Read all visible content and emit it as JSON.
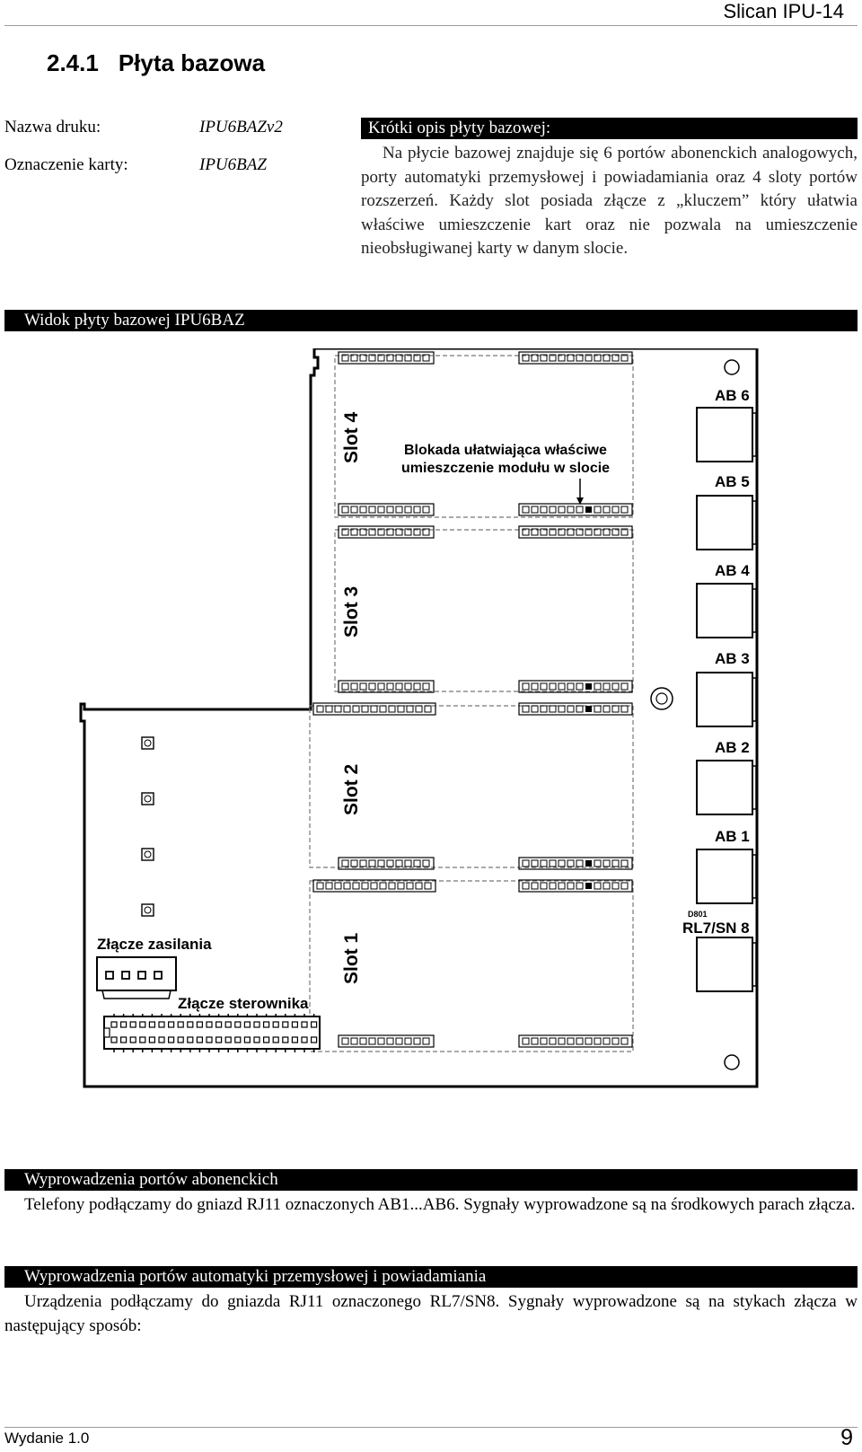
{
  "header": {
    "title": "Slican IPU-14"
  },
  "section": {
    "number": "2.4.1",
    "title": "Płyta bazowa"
  },
  "meta": {
    "print_name_label": "Nazwa druku:",
    "print_name_value": "IPU6BAZv2",
    "card_mark_label": "Oznaczenie karty:",
    "card_mark_value": "IPU6BAZ"
  },
  "description": {
    "heading": "Krótki opis płyty bazowej:",
    "text": "Na płycie bazowej znajduje się 6 portów abonenckich analogowych, porty automatyki przemysłowej i powiadamiania oraz 4 sloty portów rozszerzeń. Każdy slot posiada złącze z „kluczem” który ułatwia właściwe umieszczenie kart oraz nie pozwala na umieszczenie nieobsługiwanej karty w danym slocie."
  },
  "board_view": {
    "heading": "Widok płyty bazowej IPU6BAZ",
    "slots": [
      "Slot 4",
      "Slot 3",
      "Slot 2",
      "Slot 1"
    ],
    "key_annotation_line1": "Blokada ułatwiająca właściwe",
    "key_annotation_line2": "umieszczenie modułu w slocie",
    "ports": [
      "AB 6",
      "AB 5",
      "AB 4",
      "AB 3",
      "AB 2",
      "AB 1",
      "RL7/SN 8"
    ],
    "led_label": "D801",
    "power_connector_label": "Złącze zasilania",
    "controller_connector_label": "Złącze sterownika"
  },
  "subscriber_ports": {
    "heading": "Wyprowadzenia portów abonenckich",
    "text": "Telefony podłączamy do gniazd RJ11 oznaczonych AB1...AB6. Sygnały wyprowadzone są na środkowych parach złącza."
  },
  "automation_ports": {
    "heading": "Wyprowadzenia portów automatyki przemysłowej i powiadamiania",
    "text": "Urządzenia podłączamy do gniazda RJ11 oznaczonego RL7/SN8. Sygnały wyprowadzone są na stykach złącza w następujący sposób:"
  },
  "footer": {
    "edition": "Wydanie 1.0",
    "page_number": "9"
  }
}
